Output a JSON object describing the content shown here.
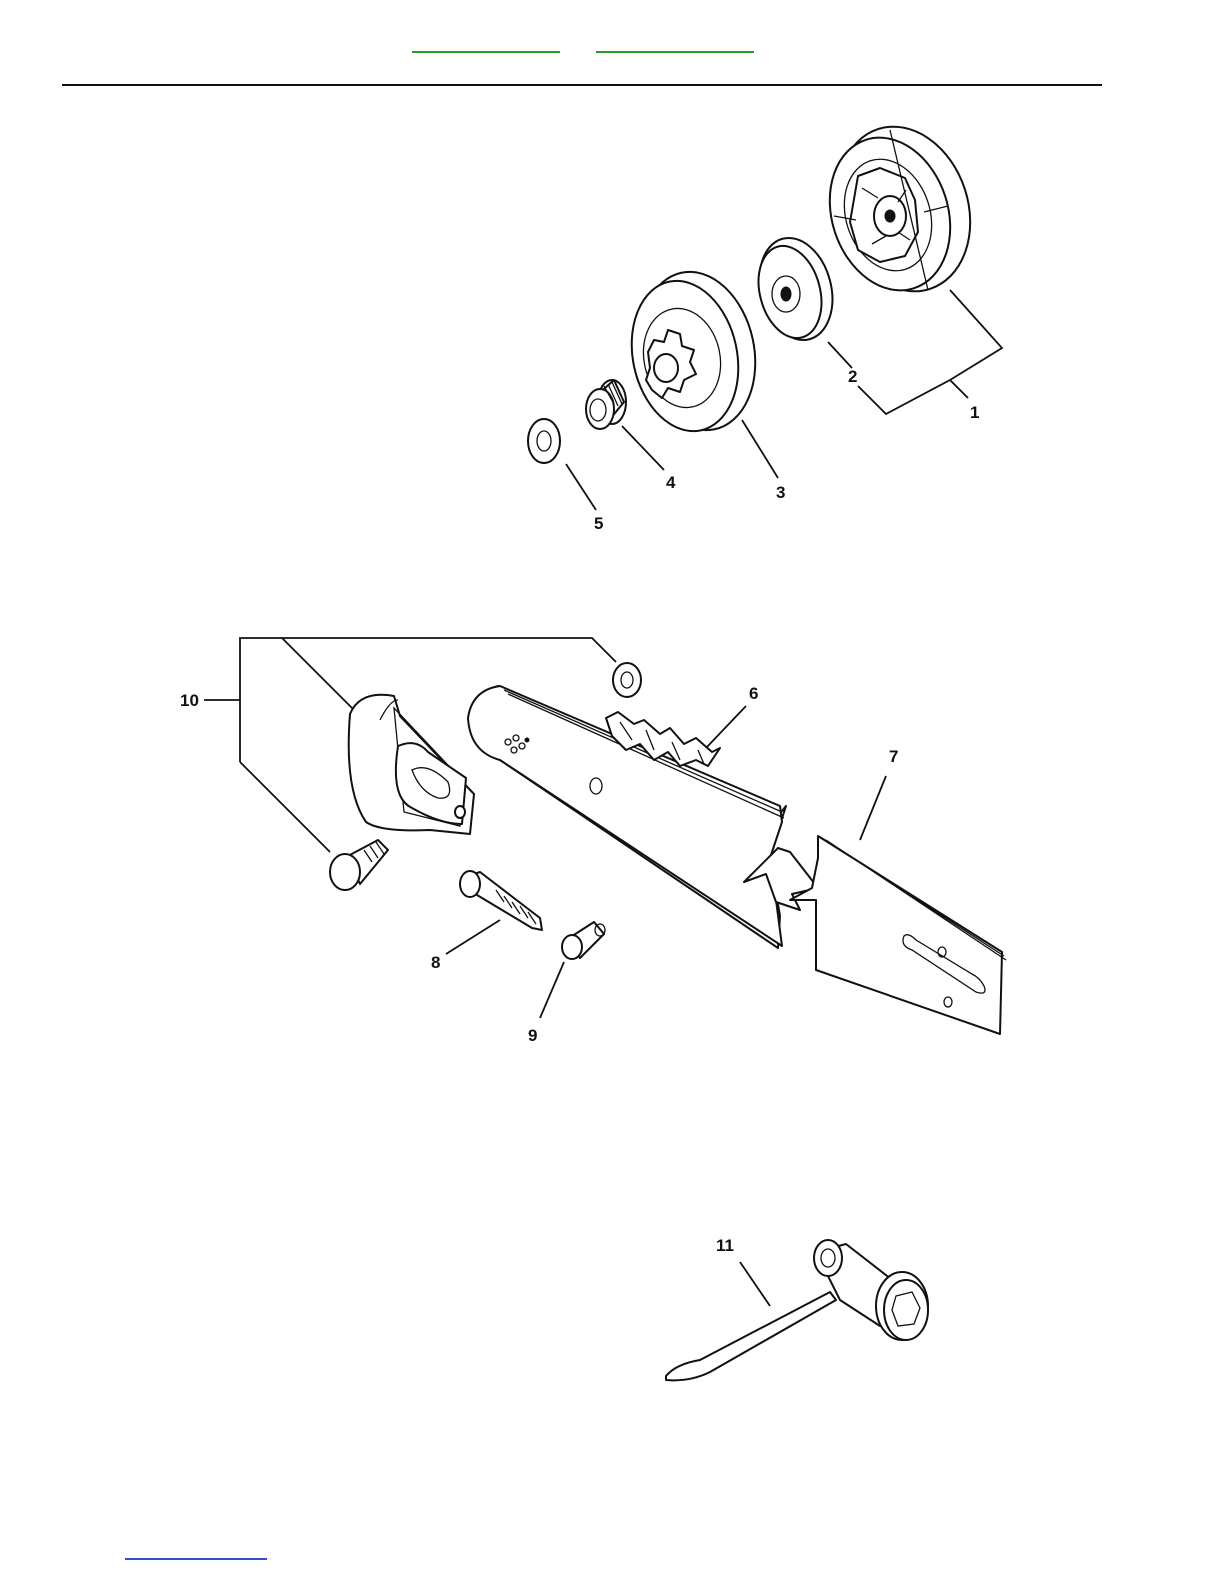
{
  "callouts": {
    "c1": "1",
    "c2": "2",
    "c3": "3",
    "c4": "4",
    "c5": "5",
    "c6": "6",
    "c7": "7",
    "c8": "8",
    "c9": "9",
    "c10": "10",
    "c11": "11"
  },
  "colors": {
    "nav_link_green": "#25a025",
    "footer_link_blue": "#2d4fd0",
    "line": "#111111"
  }
}
